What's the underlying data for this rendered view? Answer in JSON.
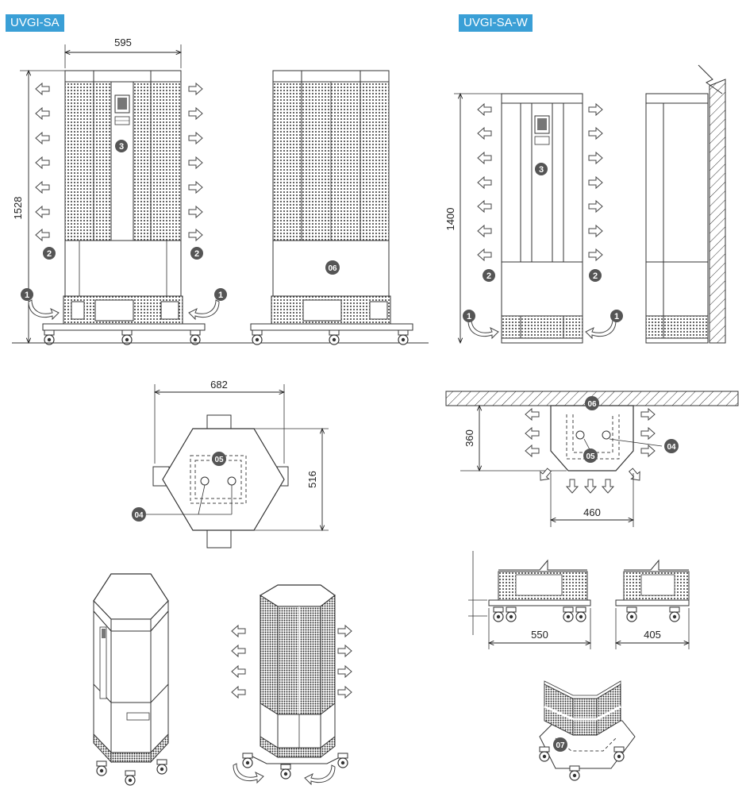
{
  "sections": {
    "left_title": "UVGI-SA",
    "right_title": "UVGI-SA-W"
  },
  "colors": {
    "tag_background": "#3a9fd6",
    "marker": "#555555",
    "line": "#333333"
  },
  "dimensions": {
    "sa_width": "595",
    "sa_height": "1528",
    "sa_w_height": "1400",
    "footprint_width": "682",
    "footprint_depth": "516",
    "wall_depth": "360",
    "wall_width": "460",
    "base_width_front": "550",
    "base_width_side": "405"
  },
  "markers": {
    "m1": "1",
    "m2": "2",
    "m3": "3",
    "m04": "04",
    "m05": "05",
    "m06": "06",
    "m07": "07"
  },
  "icons": [
    "airflow-arrow-icon",
    "caster-wheel-icon",
    "control-panel-icon",
    "perforated-grille"
  ]
}
